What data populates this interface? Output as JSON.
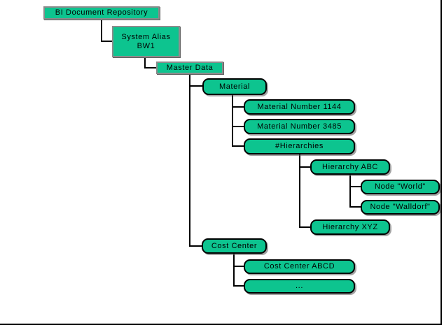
{
  "diagram": {
    "description": "Tree diagram of a BI Document Repository hierarchy",
    "colors": {
      "node_fill": "#0dc48f",
      "rect_node_border": "#8c8c8c",
      "rounded_node_border": "#000000",
      "connector": "#000000",
      "background": "#ffffff",
      "frame": "#000000"
    },
    "nodes": [
      {
        "id": "bi-document-repository",
        "label": "BI Document Repository"
      },
      {
        "id": "system-alias-bw1",
        "label": "System Alias BW1",
        "line1": "System Alias",
        "line2": "BW1"
      },
      {
        "id": "master-data",
        "label": "Master Data"
      },
      {
        "id": "material",
        "label": "Material"
      },
      {
        "id": "material-number-1144",
        "label": "Material Number 1144"
      },
      {
        "id": "material-number-3485",
        "label": "Material Number 3485"
      },
      {
        "id": "hierarchies",
        "label": "#Hierarchies"
      },
      {
        "id": "hierarchy-abc",
        "label": "Hierarchy ABC"
      },
      {
        "id": "node-world",
        "label": "Node \"World\""
      },
      {
        "id": "node-walldorf",
        "label": "Node \"Walldorf\""
      },
      {
        "id": "hierarchy-xyz",
        "label": "Hierarchy XYZ"
      },
      {
        "id": "cost-center",
        "label": "Cost Center"
      },
      {
        "id": "cost-center-abcd",
        "label": "Cost Center ABCD"
      },
      {
        "id": "ellipsis",
        "label": "..."
      }
    ],
    "hierarchy": {
      "BI Document Repository": {
        "System Alias BW1": {
          "Master Data": {
            "Material": {
              "Material Number 1144": {},
              "Material Number 3485": {},
              "#Hierarchies": {
                "Hierarchy ABC": {
                  "Node \"World\"": {},
                  "Node \"Walldorf\"": {}
                },
                "Hierarchy XYZ": {}
              }
            },
            "Cost Center": {
              "Cost Center ABCD": {},
              "...": {}
            }
          }
        }
      }
    }
  }
}
